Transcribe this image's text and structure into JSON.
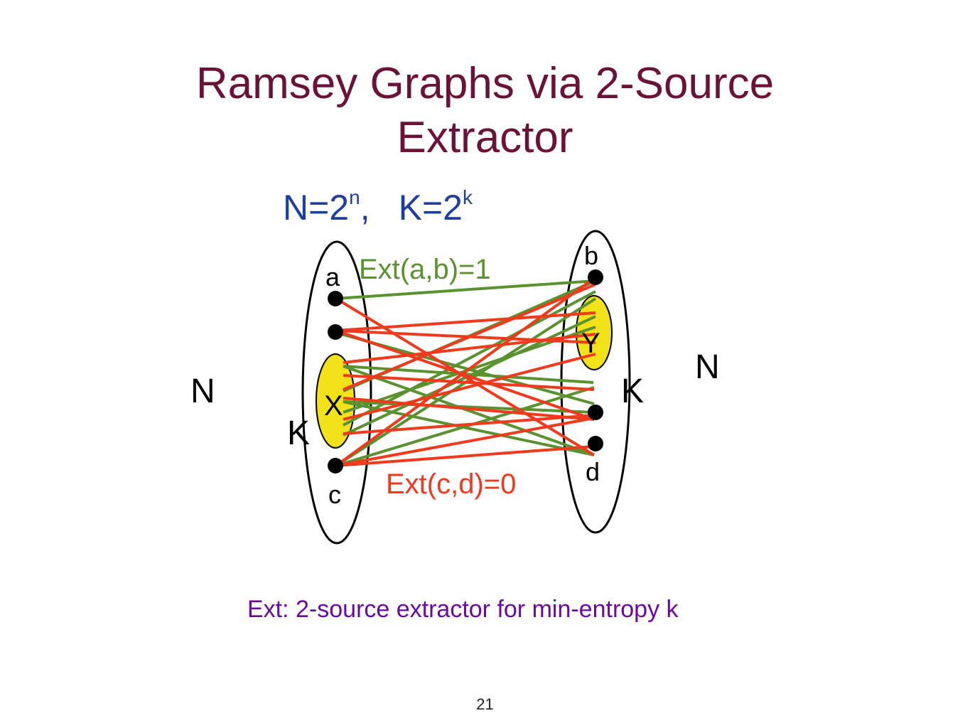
{
  "title": {
    "line1": "Ramsey Graphs via 2-Source",
    "line2": "Extractor"
  },
  "params": {
    "n_base": "N=2",
    "n_exp": "n",
    "sep": ",",
    "k_base": "K=2",
    "k_exp": "k"
  },
  "diagram": {
    "left_set_label": "N",
    "right_set_label": "N",
    "left_subset_label": "X",
    "right_subset_label": "Y",
    "left_size_label": "K",
    "right_size_label": "K",
    "vertex_a": "a",
    "vertex_b": "b",
    "vertex_c": "c",
    "vertex_d": "d",
    "edge_one_label": "Ext(a,b)=1",
    "edge_zero_label": "Ext(c,d)=0",
    "colors": {
      "edge_one": "#5a9230",
      "edge_zero": "#f03a1e",
      "subset_fill": "#f2e21a",
      "vertex": "#000000"
    }
  },
  "caption": "Ext: 2-source extractor for min-entropy k",
  "page_number": "21"
}
